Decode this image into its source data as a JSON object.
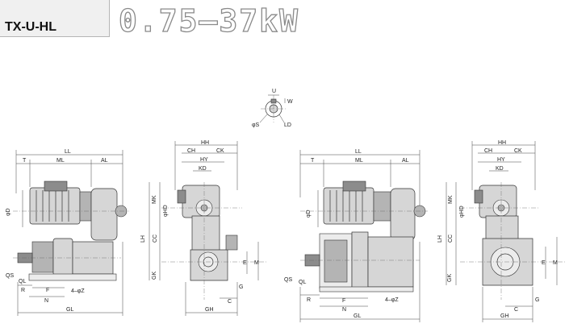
{
  "header": {
    "model": "TX-U-HL",
    "power_range": "0.75–37kW"
  },
  "labels": {
    "shaft": {
      "U": "U",
      "W": "W",
      "S": "φS",
      "LD": "LD"
    },
    "view1": {
      "LL": "LL",
      "T": "T",
      "ML": "ML",
      "AL": "AL",
      "D": "φD",
      "QS": "QS",
      "QL": "QL",
      "R": "R",
      "F": "F",
      "Z": "4–φZ",
      "N": "N",
      "GL": "GL"
    },
    "view2": {
      "HH": "HH",
      "CH": "CH",
      "CK": "CK",
      "HY": "HY",
      "KD": "KD",
      "MK": "MK",
      "HD": "φHD",
      "LH": "LH",
      "CC": "CC",
      "GK": "GK",
      "E": "E",
      "M": "M",
      "G": "G",
      "C": "C",
      "GH": "GH"
    },
    "view3": {
      "LL": "LL",
      "T": "T",
      "ML": "ML",
      "AL": "AL",
      "D": "φD",
      "QS": "QS",
      "QL": "QL",
      "R": "R",
      "F": "F",
      "Z": "4–φZ",
      "N": "N",
      "GL": "GL"
    },
    "view4": {
      "HH": "HH",
      "CH": "CH",
      "CK": "CK",
      "HY": "HY",
      "KD": "KD",
      "MK": "MK",
      "HD": "φHD",
      "LH": "LH",
      "CC": "CC",
      "GK": "GK",
      "E": "E",
      "M": "M",
      "G": "G",
      "C": "C",
      "GH": "GH"
    }
  }
}
